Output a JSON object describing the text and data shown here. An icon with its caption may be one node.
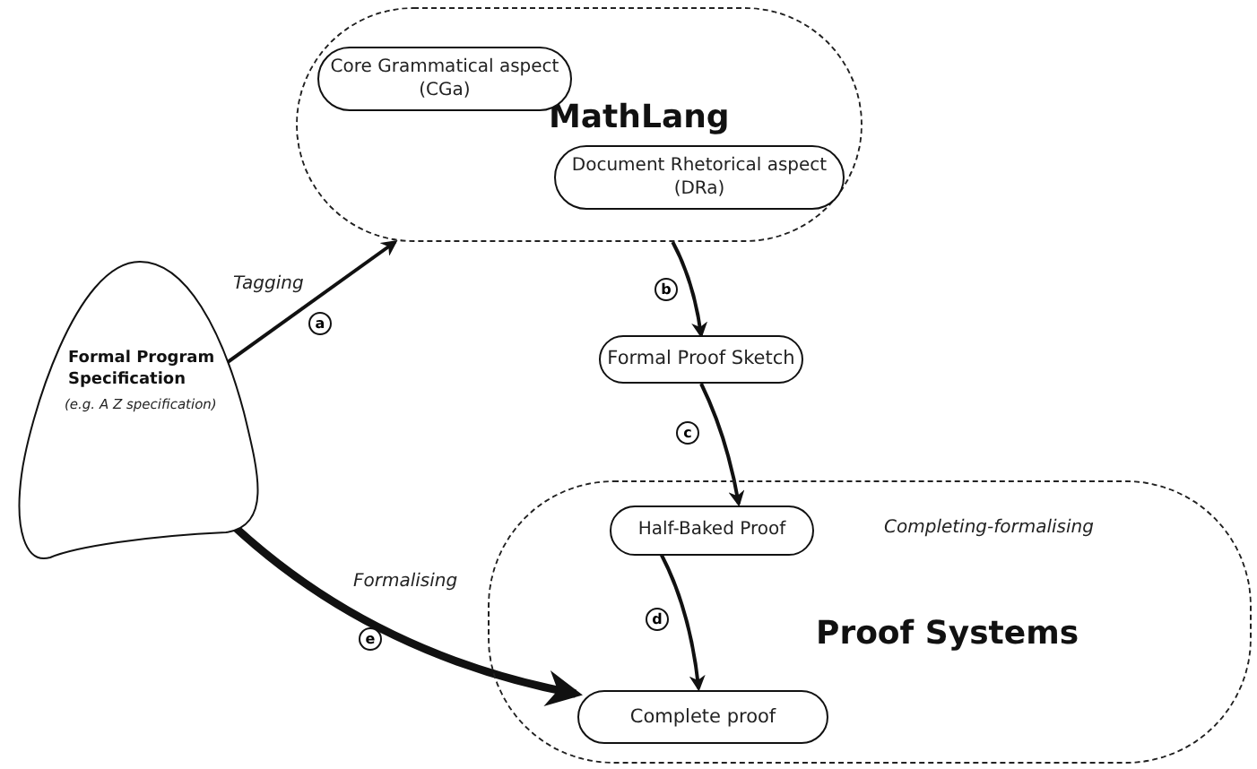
{
  "diagram": {
    "nodes": [
      {
        "text": [
          "MathLang"
        ]
      },
      {
        "text": [
          "Core Grammatical aspect (CGa)"
        ],
        "in": 0
      },
      {
        "text": [
          "Document Rhetorical aspect (DRa)"
        ],
        "in": 0
      },
      {
        "text": [
          "Formal Program Specification",
          "(e.g. A Z specification)"
        ]
      },
      {
        "text": [
          "Formal Proof Sketch"
        ]
      },
      {
        "text": [
          "Completing-formalising",
          "Proof Systems"
        ]
      },
      {
        "text": [
          "Half-Baked Proof"
        ],
        "in": 5
      },
      {
        "text": [
          "Complete proof"
        ],
        "in": 5
      }
    ],
    "edges": [
      {
        "from": 3,
        "to": 0,
        "arrow": "to",
        "label": "Tagging"
      },
      {
        "from": 0,
        "to": 4,
        "arrow": "to"
      },
      {
        "from": 4,
        "to": 6,
        "arrow": "to"
      },
      {
        "from": 6,
        "to": 7,
        "arrow": "to"
      },
      {
        "from": 3,
        "to": 7,
        "arrow": "to",
        "label": "Formalising",
        "style": "thick"
      }
    ],
    "labels": [
      "a",
      "b",
      "c",
      "d",
      "e"
    ]
  }
}
